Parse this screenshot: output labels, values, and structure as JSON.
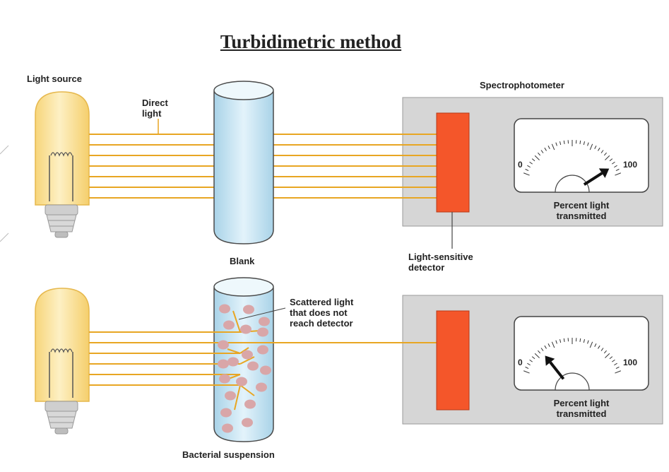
{
  "title": "Turbidimetric method",
  "labels": {
    "light_source": "Light source",
    "direct_light": "Direct\nlight",
    "spectrophotometer": "Spectrophotometer",
    "blank": "Blank",
    "detector": "Light-sensitive\ndetector",
    "scattered": "Scattered light\nthat does not\nreach detector",
    "bacterial": "Bacterial suspension"
  },
  "meters": [
    {
      "scale_min": "0",
      "scale_max": "100",
      "caption": "Percent light\ntransmitted",
      "reading_percent": 92
    },
    {
      "scale_min": "0",
      "scale_max": "100",
      "caption": "Percent light\ntransmitted",
      "reading_percent": 22
    }
  ],
  "colors": {
    "bulb": "#fbe6a2",
    "beam": "#e8a623",
    "tube_liquid": "#cfe8f4",
    "detector": "#f4562a",
    "housing": "#d6d6d6",
    "bacteria": "#d9a6a8"
  }
}
